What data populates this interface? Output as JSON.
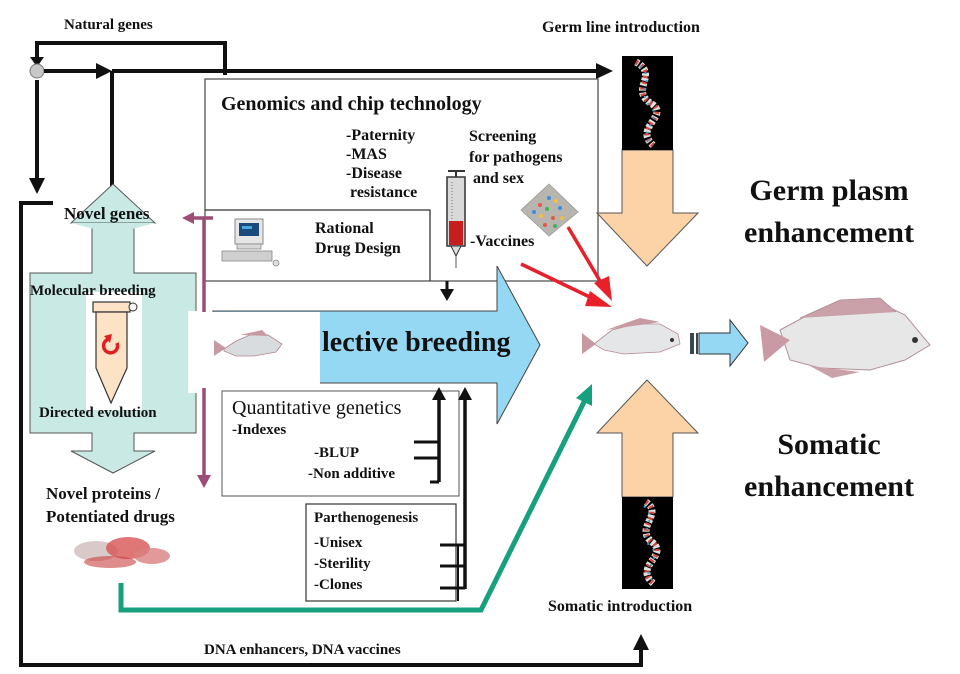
{
  "labels": {
    "natural_genes": "Natural genes",
    "germ_line_introduction": "Germ line introduction",
    "genomics_title": "Genomics and chip technology",
    "genomics_items": [
      "-Paternity",
      "-MAS",
      "-Disease",
      " resistance"
    ],
    "screening": [
      "Screening",
      "for pathogens",
      " and sex"
    ],
    "vaccines": "-Vaccines",
    "rational_drug_design": [
      "Rational",
      "Drug Design"
    ],
    "novel_genes": "Novel genes",
    "molecular_breeding": "Molecular breeding",
    "directed_evolution": "Directed evolution",
    "novel_proteins": [
      "Novel proteins /",
      "Potentiated drugs"
    ],
    "selective_breeding": "lective breeding",
    "quantitative_genetics": "Quantitative genetics",
    "quant_items": [
      "-Indexes",
      "-BLUP",
      "-Non additive"
    ],
    "parthenogenesis": "Parthenogenesis",
    "parth_items": [
      "-Unisex",
      "-Sterility",
      "-Clones"
    ],
    "somatic_introduction": "Somatic introduction",
    "dna_enhancers": "DNA enhancers, DNA vaccines",
    "germ_plasm": [
      "Germ plasm",
      "enhancement"
    ],
    "somatic_enhancement": [
      "Somatic",
      "enhancement"
    ]
  },
  "colors": {
    "line": "#111111",
    "purple_arrow": "#9b4d76",
    "green_arrow": "#17a07e",
    "red_arrow": "#e8202a",
    "peach_arrow": "#fcd3a7",
    "breeding_arrow": "#95d8f4",
    "molecular_box": "#c9e9e5",
    "dna_background": "#000000"
  }
}
